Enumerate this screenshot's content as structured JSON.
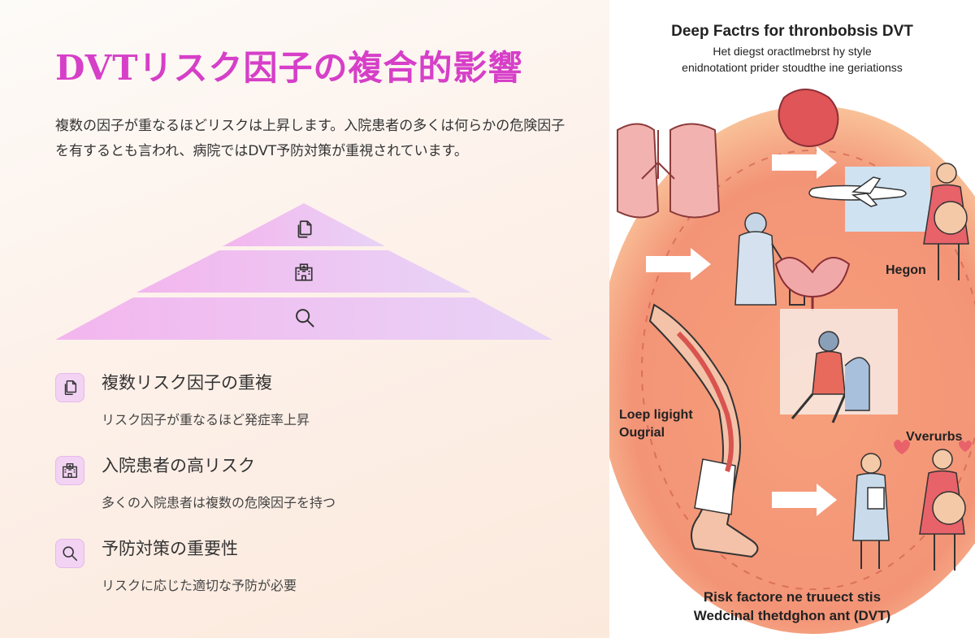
{
  "slide": {
    "title": "DVTリスク因子の複合的影響",
    "description": "複数の因子が重なるほどリスクは上昇します。入院患者の多くは何らかの危険因子を有するとも言われ、病院ではDVT予防対策が重視されています。",
    "pyramid": [
      {
        "icon": "documents-icon"
      },
      {
        "icon": "hospital-icon"
      },
      {
        "icon": "search-icon"
      }
    ],
    "items": [
      {
        "icon": "documents-icon",
        "title": "複数リスク因子の重複",
        "subtitle": "リスク因子が重なるほど発症率上昇"
      },
      {
        "icon": "hospital-icon",
        "title": "入院患者の高リスク",
        "subtitle": "多くの入院患者は複数の危険因子を持つ"
      },
      {
        "icon": "search-icon",
        "title": "予防対策の重要性",
        "subtitle": "リスクに応じた適切な予防が必要"
      }
    ]
  },
  "illustration": {
    "heading": "Deep Factrs for thronbobsis DVT",
    "subheading_1": "Het diegst oractlmebrst hy style",
    "subheading_2": "enidnotationt prider stoudthe ine geriationss",
    "label_right_top": "Hegon",
    "label_left": "Loep ligight\nOugrial",
    "label_right_bottom": "Vverurbs",
    "caption_1": "Risk factore ne truuect stis",
    "caption_2": "Wedcinal thetdghon ant (DVT)"
  },
  "colors": {
    "title": "#d63fc8",
    "pyramid": "#efc6f0",
    "icon_bg": "#f2d3f3",
    "illustration_circle": "#f6916f"
  }
}
